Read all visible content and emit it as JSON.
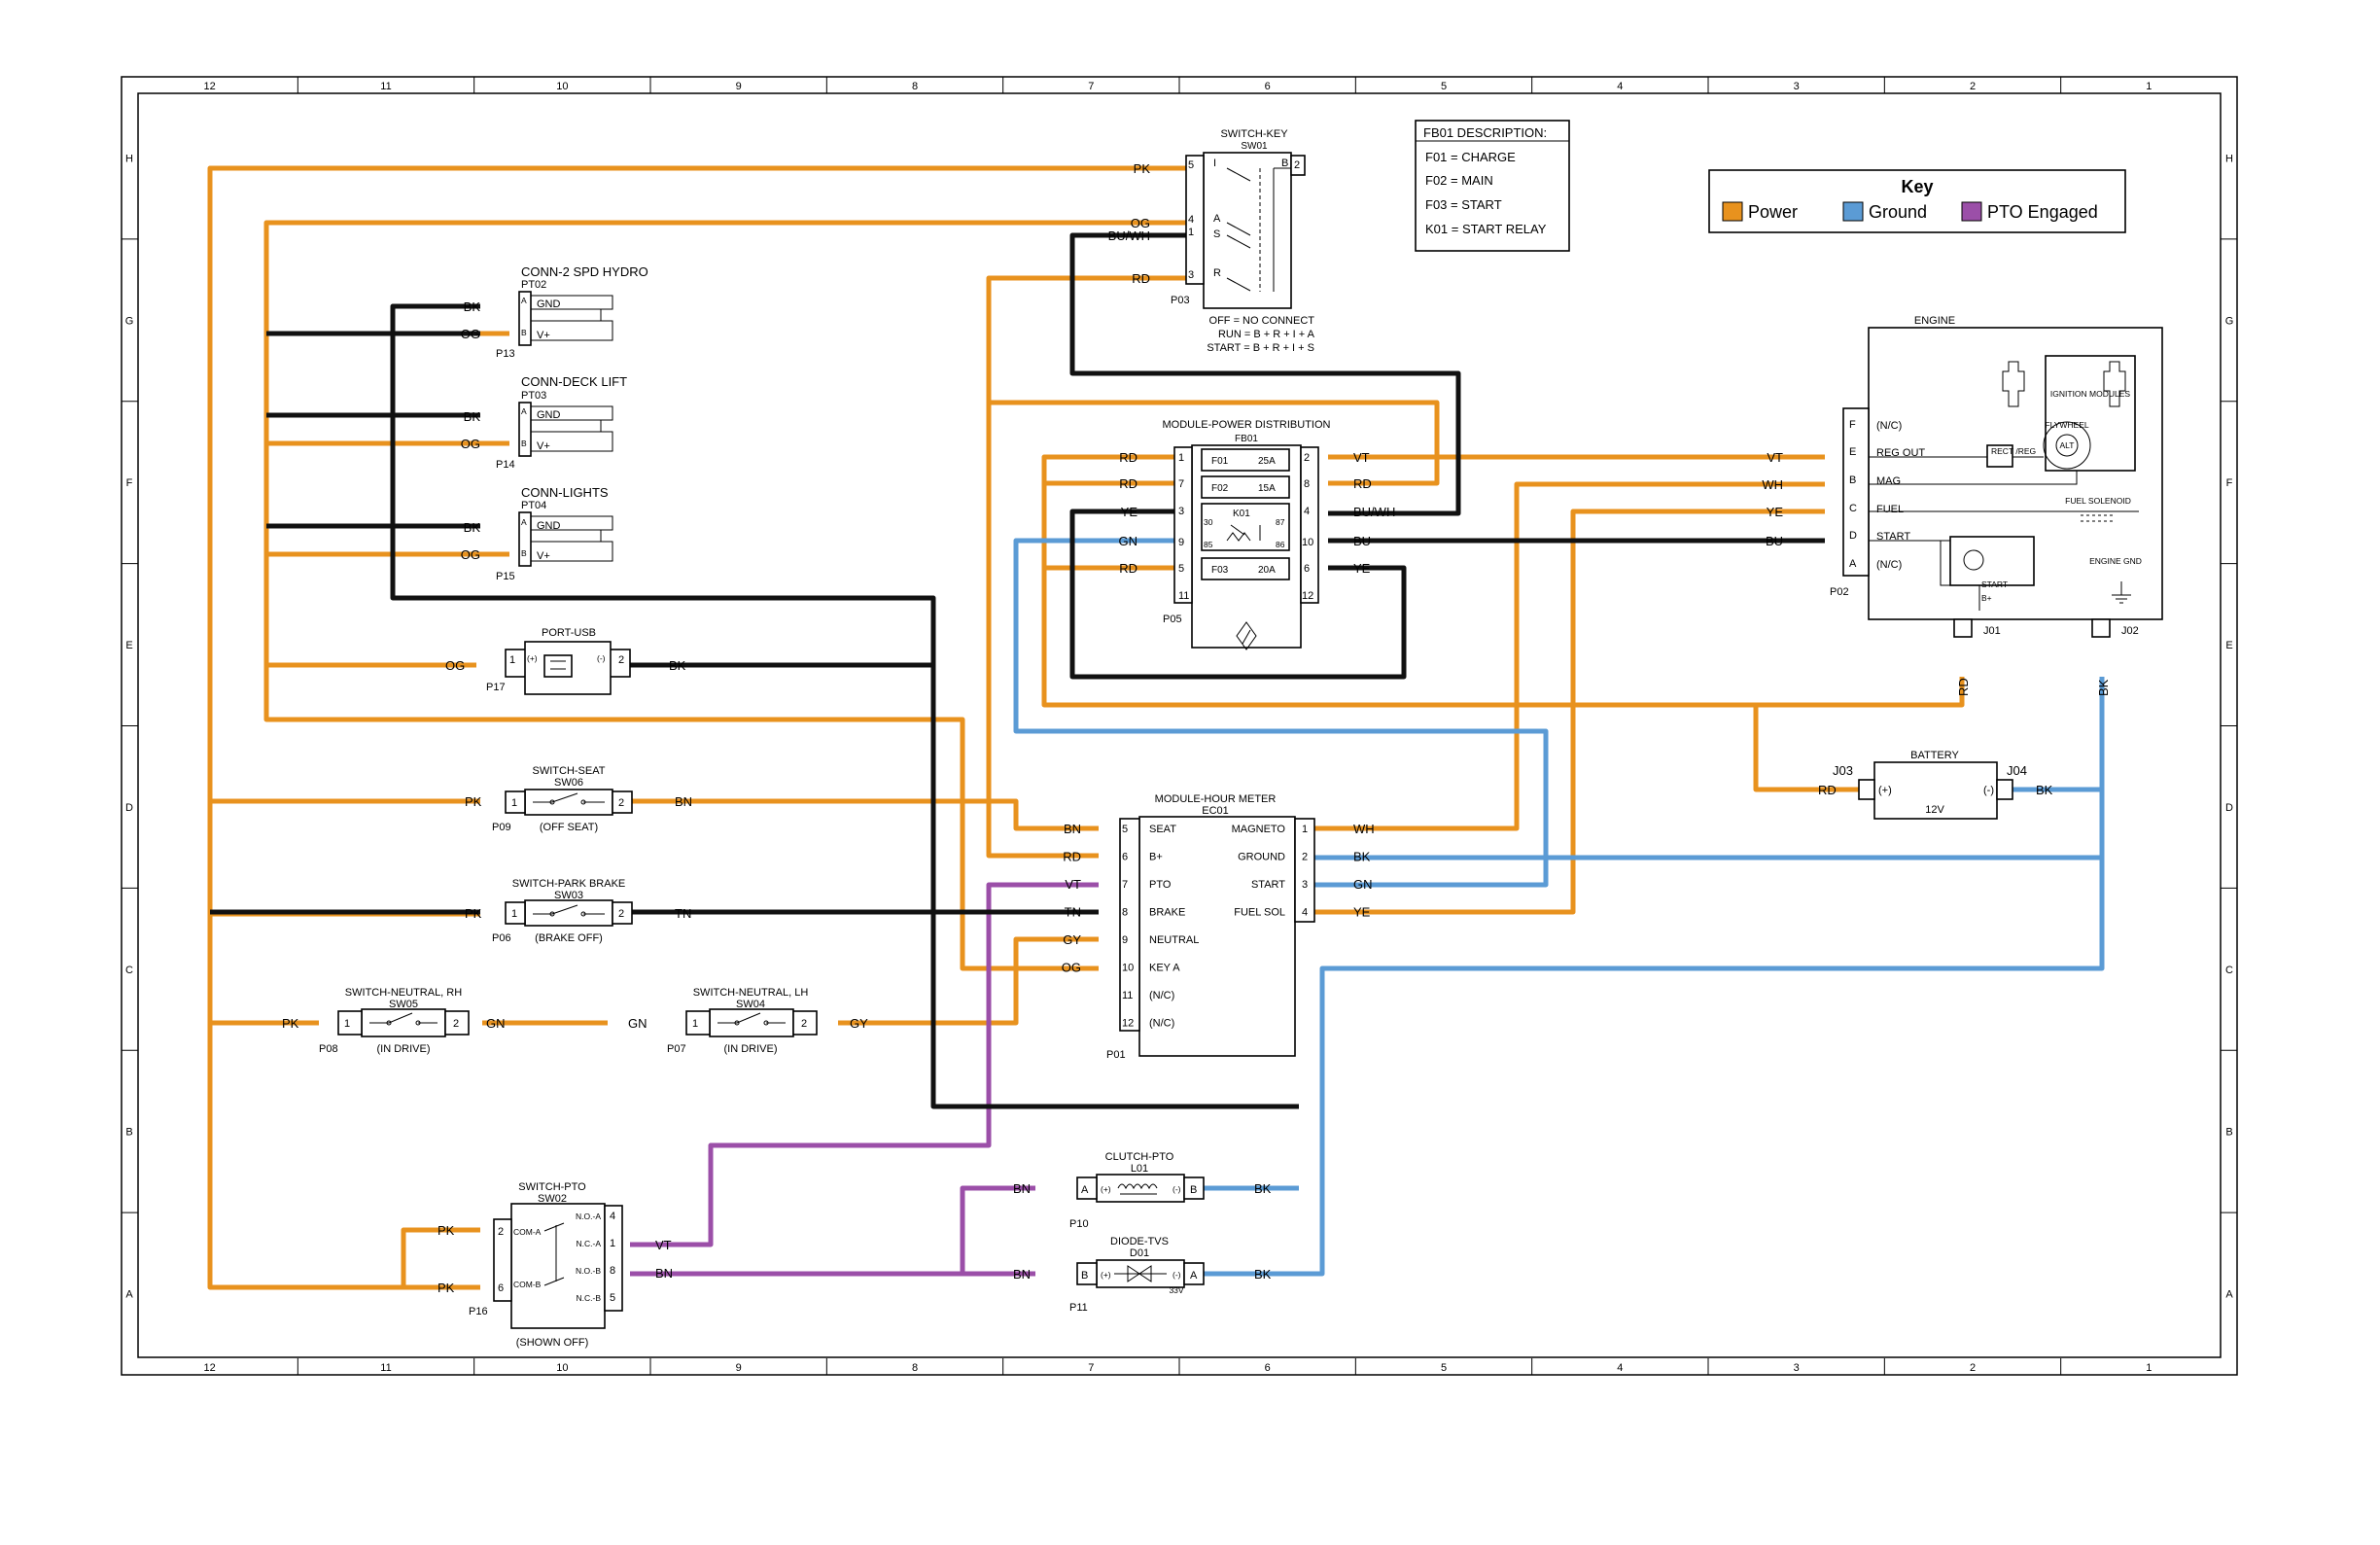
{
  "colors": {
    "power": "#E8921E",
    "ground": "#5B9BD5",
    "pto": "#9B4FA8",
    "black": "#111111"
  },
  "border": {
    "cols": [
      "12",
      "11",
      "10",
      "9",
      "8",
      "7",
      "6",
      "5",
      "4",
      "3",
      "2",
      "1"
    ],
    "rows": [
      "H",
      "G",
      "F",
      "E",
      "D",
      "C",
      "B",
      "A"
    ]
  },
  "key": {
    "title": "Key",
    "items": [
      {
        "label": "Power",
        "color": "#E8921E"
      },
      {
        "label": "Ground",
        "color": "#5B9BD5"
      },
      {
        "label": "PTO Engaged",
        "color": "#9B4FA8"
      }
    ]
  },
  "fb01_desc": {
    "title": "FB01 DESCRIPTION:",
    "lines": [
      "F01 = CHARGE",
      "F02 = MAIN",
      "F03 = START",
      "K01 = START RELAY"
    ]
  },
  "switch_key": {
    "name": "SWITCH-KEY",
    "id": "SW01",
    "conn": "P03",
    "pins": [
      "5",
      "4",
      "1",
      "3",
      "2"
    ],
    "pin_letters": [
      "I",
      "A",
      "S",
      "R",
      "B"
    ],
    "wires": [
      "PK",
      "OG",
      "BU/WH",
      "RD"
    ],
    "notes": [
      "OFF = NO CONNECT",
      "RUN = B + R + I + A",
      "START = B + R + I + S"
    ]
  },
  "conn_hydro": {
    "name": "CONN-2 SPD HYDRO",
    "id": "PT02",
    "conn": "P13",
    "pins": [
      "A",
      "B"
    ],
    "pin_labels": [
      "GND",
      "V+"
    ],
    "wires": [
      "BK",
      "OG"
    ]
  },
  "conn_deck": {
    "name": "CONN-DECK LIFT",
    "id": "PT03",
    "conn": "P14",
    "pins": [
      "A",
      "B"
    ],
    "pin_labels": [
      "GND",
      "V+"
    ],
    "wires": [
      "BK",
      "OG"
    ]
  },
  "conn_lights": {
    "name": "CONN-LIGHTS",
    "id": "PT04",
    "conn": "P15",
    "pins": [
      "A",
      "B"
    ],
    "pin_labels": [
      "GND",
      "V+"
    ],
    "wires": [
      "BK",
      "OG"
    ]
  },
  "port_usb": {
    "name": "PORT-USB",
    "id": "PT05",
    "conn": "P17",
    "pins": [
      "1",
      "(+)",
      "(-)",
      "2"
    ],
    "wires": [
      "OG",
      "BK"
    ]
  },
  "pdm": {
    "name": "MODULE-POWER DISTRIBUTION",
    "id": "FB01",
    "conn": "P05",
    "left_pins": [
      "1",
      "7",
      "3",
      "9",
      "5",
      "11"
    ],
    "right_pins": [
      "2",
      "8",
      "4",
      "10",
      "6",
      "12"
    ],
    "left_wires": [
      "RD",
      "RD",
      "YE",
      "GN",
      "RD"
    ],
    "right_wires": [
      "VT",
      "RD",
      "BU/WH",
      "BU",
      "YE"
    ],
    "fuses": [
      {
        "id": "F01",
        "rating": "25A"
      },
      {
        "id": "F02",
        "rating": "15A"
      },
      {
        "id": "F03",
        "rating": "20A"
      }
    ],
    "relay": "K01",
    "relay_pins": [
      "30",
      "85",
      "86",
      "87"
    ]
  },
  "engine": {
    "name": "ENGINE",
    "id": "ENG01",
    "conn": "P02",
    "pins": [
      "F",
      "E",
      "B",
      "C",
      "D",
      "A"
    ],
    "pin_labels": [
      "(N/C)",
      "REG OUT",
      "MAG",
      "FUEL",
      "START",
      "(N/C)"
    ],
    "wires": [
      "VT",
      "WH",
      "YE",
      "BU"
    ],
    "parts": [
      "IGNITION MODULES",
      "FLYWHEEL",
      "ALT",
      "RECT /REG",
      "FUEL SOLENOID",
      "START",
      "B+",
      "ENGINE GND"
    ],
    "j01": "J01",
    "j02": "J02",
    "j01_wire": "RD",
    "j02_wire": "BK"
  },
  "battery": {
    "name": "BATTERY",
    "id": "BT01",
    "voltage": "12V",
    "j_pos": "J03",
    "j_neg": "J04",
    "pos": "(+)",
    "neg": "(-)",
    "wires": [
      "RD",
      "BK"
    ]
  },
  "hour_meter": {
    "name": "MODULE-HOUR METER",
    "id": "EC01",
    "conn": "P01",
    "left_pins": [
      "5",
      "6",
      "7",
      "8",
      "9",
      "10",
      "11",
      "12"
    ],
    "left_labels": [
      "SEAT",
      "B+",
      "PTO",
      "BRAKE",
      "NEUTRAL",
      "KEY A",
      "(N/C)",
      "(N/C)"
    ],
    "left_wires": [
      "BN",
      "RD",
      "VT",
      "TN",
      "GY",
      "OG"
    ],
    "right_pins": [
      "1",
      "2",
      "3",
      "4"
    ],
    "right_labels": [
      "MAGNETO",
      "GROUND",
      "START",
      "FUEL SOL"
    ],
    "right_wires": [
      "WH",
      "BK",
      "GN",
      "YE"
    ]
  },
  "sw_seat": {
    "name": "SWITCH-SEAT",
    "id": "SW06",
    "conn": "P09",
    "state": "(OFF SEAT)",
    "pins": [
      "1",
      "2"
    ],
    "wires": [
      "PK",
      "BN"
    ]
  },
  "sw_brake": {
    "name": "SWITCH-PARK BRAKE",
    "id": "SW03",
    "conn": "P06",
    "state": "(BRAKE OFF)",
    "pins": [
      "1",
      "2"
    ],
    "wires": [
      "PK",
      "TN"
    ]
  },
  "sw_nrh": {
    "name": "SWITCH-NEUTRAL, RH",
    "id": "SW05",
    "conn": "P08",
    "state": "(IN DRIVE)",
    "pins": [
      "1",
      "2"
    ],
    "wires": [
      "PK",
      "GN"
    ]
  },
  "sw_nlh": {
    "name": "SWITCH-NEUTRAL, LH",
    "id": "SW04",
    "conn": "P07",
    "state": "(IN DRIVE)",
    "pins": [
      "1",
      "2"
    ],
    "wires": [
      "GN",
      "GY"
    ]
  },
  "sw_pto": {
    "name": "SWITCH-PTO",
    "id": "SW02",
    "conn": "P16",
    "state": "(SHOWN OFF)",
    "left_pins": [
      "2",
      "6"
    ],
    "left_labels": [
      "COM-A",
      "COM-B"
    ],
    "right_pins": [
      "4",
      "1",
      "8",
      "5"
    ],
    "right_labels": [
      "N.O.-A",
      "N.C.-A",
      "N.O.-B",
      "N.C.-B"
    ],
    "wires": [
      "PK",
      "PK",
      "VT",
      "BN"
    ]
  },
  "clutch": {
    "name": "CLUTCH-PTO",
    "id": "L01",
    "conn": "P10",
    "pins": [
      "A",
      "(+)",
      "(-)",
      "B"
    ],
    "wires": [
      "BN",
      "BK"
    ]
  },
  "diode": {
    "name": "DIODE-TVS",
    "id": "D01",
    "conn": "P11",
    "pins": [
      "B",
      "(+)",
      "(-)",
      "A"
    ],
    "rating": "33V",
    "wires": [
      "BN",
      "BK"
    ]
  }
}
